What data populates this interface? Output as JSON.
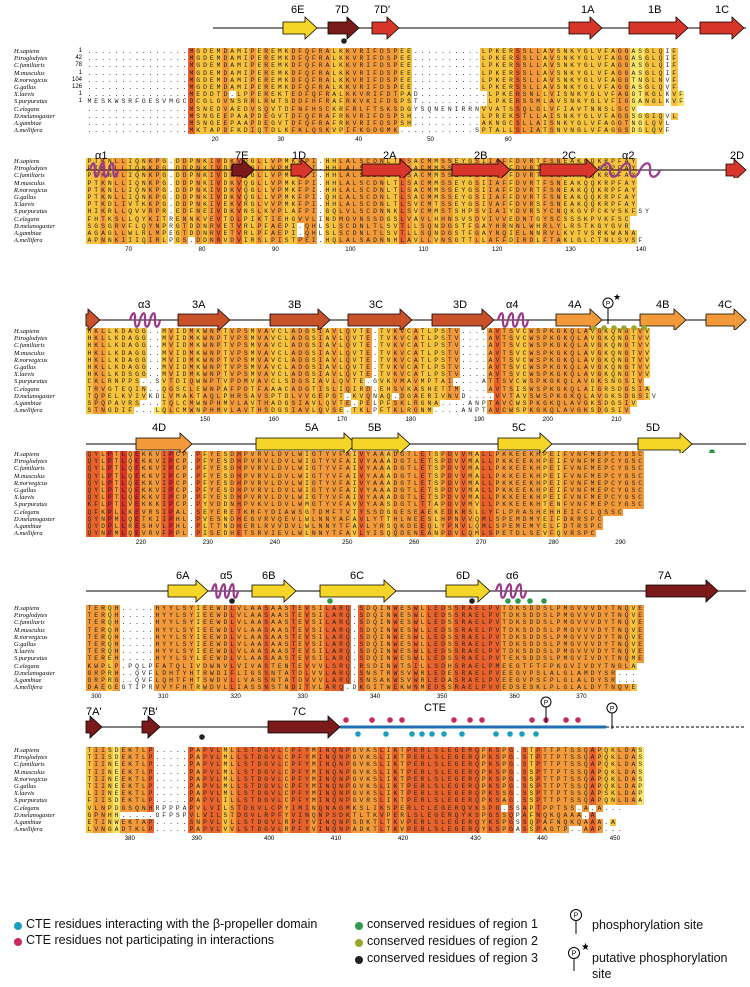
{
  "species": [
    "H.sapiens",
    "P.troglodytes",
    "C.familiaris",
    "M.musculus",
    "R.norvegicus",
    "G.gallus",
    "X.laevis",
    "S.purpuratus",
    "C.elegans",
    "D.melanogaster",
    "A.gambiae",
    "A.mellifera"
  ],
  "blocks": [
    {
      "id": "b1",
      "start_numbers": [
        "1",
        "42",
        "78",
        "1",
        "104",
        "126",
        "1",
        "1",
        "",
        "",
        "",
        ""
      ],
      "ruler": [
        "20",
        "30",
        "40",
        "50",
        "60"
      ],
      "ss_labels": [
        "6E",
        "7D",
        "7D'",
        "1A",
        "1B",
        "1C"
      ],
      "seqs": [
        "...............MGDEMDAMIPEREMKDFQFRALKKVRIFDSPEE..........LPKERSSLLAVSNKYGLVFAGGASGLQIF",
        "...............MGDEMDAMIPEREMKDFQFRALKKVRIFDSPEE..........LPKERSSLLAVSNKYGLVFAGGASGLQIF",
        "...............MGDEMDAMIPEREMKDFQFRALKKVRIFDSPEE..........LPKERSSLLAVSNKYGLVFAGGASGLQIF",
        "...............MGDEMDAMIPEREMKDFQFRALKKVRIFDSPEE..........LPKERSSLLAVSNKYGLVFAGGASGLQIF",
        "...............MGDEMDAMIPEREMKDFQFRALKKVRIFDSPEE..........LPKERSSLLAVSNKYGLVFAGGTNGLNVF",
        "...............MGDEMDAMIPEREMKDFQFRALKKVRIFDSPEE..........LPKERSSLLAVSNKYGLVFAGGASGLQVF",
        "...............MEDDTD.LPPEREKTEDFQFRALKKVRIFDTPAD..........LPKERSNLLVISNKYGLVFAGGTKGLKVF",
        "MESKWSRFGESVMGCDCGLGVNSRRLRWTSDDFHFRAFRKVKIFDSPST..........LPKERSSMLAVSNKYGLVFIGGANGLKVF",
        "...............MSNEDVAEDVSQVTDFNFHSCKRFRLFTSKSDGYSQNENIRRNVVATSSQLGLVFIAVTNNSLSCV",
        "...............MSNGEEPAAPDEGVTDFQFRAFRKVRIFDSPSH..........LPREKSTLLAISNKYGLVFAGGSGGIQVL",
        "...............MSNGEEPAAPDEGVTDFQFRAFRKVRIFDSPSH..........AKNGCSLLAISNKYGLVFAGGTNGLQVL",
        "...............MKTAPDFKDIQTDLKFKLQSKVPIFKGDGMK...........SPTALLSLIATSNVNGLVFAGGSDGLQVF"
      ]
    },
    {
      "id": "b2",
      "start_numbers": [],
      "ruler": [
        "70",
        "80",
        "90",
        "100",
        "110",
        "120",
        "130",
        "140"
      ],
      "ss_labels": [
        "α1",
        "7E",
        "1D",
        "2A",
        "2B",
        "2C",
        "α2",
        "2D"
      ],
      "seqs": [
        "PTKNLLIQNKPG.DDPNKIVDKVQGLLVPMKFPI.HHLALSCDNLTLSACMMSSEYGSIIAFFDVRTFSNEAKQQKRPFAY",
        "PTKNLLIQNKPG.DDPNKIVDKVQGLLVPMKFPI.HHLALSCDNLTLSACMMSSEYGSIIAFFDVRTFSNEAKQQKRPFAY",
        "PTKNLLIQNKPG.DDPNKIVDKVQGLLVPMKFPI.HHLALSCDNLTLSACMMSSEYGSIIAFFDVRTFSNEAKQQKRPFAY",
        "PTKNLLIQNKPG.DDPNKIVDKVQGLLVPMKFPI.HHLALSCDNLTLSACMMSSEYGSIIAFFDVRTFSNEAKQQKRPFAY",
        "PTKNLLIQNKPG.DDPNKIVDKVQGLLVPMKFPI.HHLALSCDNLTLSACMMSSEYGSIIAFFDVRTFSNEAKQQKRPFAY",
        "PTKNLLIQNKPG.DDPNKIVDKVQGLLVPMKFPI.QHLALSCDNLTLSACMMSSEYGSIIAFFDVRTFSNEAKQQKRPFAY",
        "PTKDLIVTKKPG.DDPNKIVEKVRGLVVPMKFPI.HHLALSCDNLTLSVCMTSSEYGSIVAFFDVRSFSNEAKQQKRPFAY",
        "HIKRLLQVVRPR.EDFNEIVDKVNSLKVPLAFPI.GQLVLSCDNNKLSVCMMSTSHPSVIAIYDVRSYCNQKGVPCKVSKFSY",
        "FHTKSLLQYKITRENNKVEVTDLPIKTIEHGVVLINDMGVNSSDGSLVAVLHHNSVSDVIVVEDNTGYSCSSSKPVKFSC",
        "SGSGRVFLQYNPRGTDDNRVETVRLPFAEPI.QHLSLSCDNLTLSVTLLSQNDGSTFGAYHRNNLWHRLYLRSTKGYGVR",
        "AGAGLLWLRLMPEGTDDNRVETVRLPFAEPI.QHLSLSCDNLTLSVTLLSQNDGSTFGAYNQIELNNRVLKVTVSRKWANA",
        "APNNKIIIQIRLPGS.DDNRVDVIRSLPISTPEI.HQLALSADNNHLAVLLVNSGTTLLAFFDIRDLFTAKLGLCTNLSVSF"
      ]
    },
    {
      "id": "b3",
      "start_numbers": [],
      "ruler": [
        "150",
        "160",
        "170",
        "180",
        "190",
        "200",
        "210"
      ],
      "ss_labels": [
        "α3",
        "3A",
        "3B",
        "3C",
        "3D",
        "α4",
        "4A",
        "4B",
        "4C"
      ],
      "seqs": [
        "HKLLKDAGG..MVIDMKWNPTVPSMVAVCLADGSIAVLQVTE.TVKVCATLPSTV....AVTSVCWSPKGKQLAVGKQNGTVV",
        "HKLLKDAGG..MVIDMKWNPTVPSMVAVCLADGSIAVLQVTE.TVKVCATLPSTV....AVTSVCWSPKGKQLAVGKQNGTVV",
        "HKLLKDAGG..MVIDMKWNPTVPSMVAVCLADGSIAVLQVTE.TVKVCATLPSTV....AVTSVCWSPKGKQLAVGKQNGTVV",
        "HKLLKDAGG..MVIDMKWNPTVPSMVAVCLADGSIAVLQVTE.TVKVCATLPSTV....AVTSVCWSPKGKQLAVGKQNGTVV",
        "HKLLKDAGG..MVIDMKWNPTVPSMVAVCLADGSIAVLQVTE.TVKVCATLPSTV....AVTSVCWSPKGKQLAVGKQNGTVV",
        "HKLLKDAGG..MVIDMKWNPTVPSMVAVCLADGSIAVLQVTE.TVKVCATLPSTV....AVTSVCWSPKGKQLAVGKQNGTVV",
        "HKLLKDSGG..MVIDMKWNPTVPSMVAVCLADGSIAVLQVTE.TVKVCATLPSTV....AVTSVCWSPKGKQLAVGKQNGTVV",
        "CKLRNPPS..SVTDIQWNPTVPDMVAVCLSDGSIAVLQVTE.GVKVMAVMPTAI....ATTSVCWSPKGKQLAVGKSNGSIV",
        "TRVGTEQIN..QGSCLEWNPAFPDTFAAACADGTISLIQIRD.EHSVKASHETTM....AVTSISWSPKGKQLAIGRSDGSIA",
        "TQPELKVIVKDLVMAKTAQLPHRSAVSPTDLVVGEPGT.KVQNAQ.DGAERIVNVD....VVTAVSWSPKGKQLAVGKSDGSIV",
        "SPQPAVRS...TQLCMWNPHMVLAVTHADGSIAVLQVTE.PELPFSKLRGNA....ANPTAVCWSPKGKQLAVGKSDGSIV",
        "STNGDIF...LQLCMWNPHMVLAVTHSDGSIAVLQVSE.TKLPFTKLRGNM....ANPTAVCWSPKGKQLAVGKSDGSIV"
      ]
    },
    {
      "id": "b4",
      "start_numbers": [],
      "ruler": [
        "220",
        "230",
        "240",
        "250",
        "260",
        "270",
        "280",
        "290"
      ],
      "ss_labels": [
        "4D",
        "5A",
        "5B",
        "5C",
        "5D"
      ],
      "seqs": [
        "QYLPTLQEKKVIPCP.PFYESDHPVRVLDVLWIGTYVFAIVYAAADGTLETSPDVVMALLPKKEEKHPEIFVNFMEPCYGSC",
        "QYLPTLQEKKVIPCP.PFYESDHPVRVLDVLWIGTYVFAIVYAAADGTLETSPDVVMALLPKKEEKHPEIFVNFMEPCYGSC",
        "QYLPTLQEKKVIPCP.PFYESDHPVRVLDVLWIGTYVFAIVYAAADGTLETSPDVVMALLPKKEEKHPEIFVNFMEPCYGSC",
        "QYLPTLQEKKVIPCP.PFYESDHPVRVLDVLWIGTYVFAIVYAAADGTLETSPDVVMALLPKKEEKHPEIFVNFMEPCYGSC",
        "QYLPTLQEKKVIPCP.PFYESDHPVRVLDVLWIGTYVFAIVYAAADGTLETSPDVVMALLPKKEEKHPEIFVNFMEPCYGSC",
        "QYLPTLQEKKVIPCP.PFYESDHPVRVLDVLWIGTYVFAIVYAAADGTLETSPDVVMALLPKKEEKHPEIFVNFMEPCYGSC",
        "QYLPTLQEKKVIPCP.PFYESDHPVRVLDVLWIGTYVFAIVYAAADGTLETSPDVVMALLPKKEEKHPEIFVNFMEPCYGSC",
        "KFLPTLVEKKKIPCP.PYVDDNHPVKVLDVLWMGTYVFAVVYAASDGTLTTAPDVVMVLLPKKEEKHTENFVNFMEPCYGSC",
        "QFKPLLKEVRSIPAL.SEYERETKRFYDIAWSGTDMFTVTYSSDGGESEAEKEDKRSLLYFLPRASHEHHEIFCLQSSC",
        "QYNPMLQETKIIPHL.PVESNDHEGVRVQEVLWLNNYAFAVLYTTHLNEESLHPNVVQMLSPEMDMYEIFDKRSPC",
        "QYDPLLRESHVLPHL.PLTTNDHERLRVVDVLWLNNYTFAVLYRSQKDEEQLYPNVLQMLSPEMEMYELFDTRSPC",
        "QYNPMLQEVRVFPPL.PISEDHETSRVIEVLWLNNYTFAVLYISQQDENEANPDVLQMLSPETDLSEVFQVRSPC"
      ]
    },
    {
      "id": "b5",
      "start_numbers": [],
      "ruler": [
        "300",
        "310",
        "320",
        "330",
        "340",
        "350",
        "360",
        "370"
      ],
      "ss_labels": [
        "6A",
        "α5",
        "6B",
        "6C",
        "6D",
        "α6",
        "7A"
      ],
      "seqs": [
        "TERQH.....HYYLSYIEEWDLVLAASAASTEVSILARQ.SDQINWESWLLEDSSRAELPVTDKSDDSLPMGVVVDYTNQVE",
        "TERQH.....HYYLSYIEEWDLVLAASAASTEVSILARQ.SDQINWESWLLEDSSRAELPVTDKSDDSLPMGVVVDYTNQVE",
        "TERQH.....HYYLSYIEEWDLVLAASAASTEVSILARQ.SDQINWESWLLEDSSRAELPVTDKSDDSLPMGVVVDYTNQVE",
        "TERQH.....HYYLSYIEEWDLVLAASAASTEVSILARQ.SDQINWESWLLEDSSRAELPVTDKSDDSLPMGVVVDYTNQVE",
        "TERQH.....HYYLSYIEEWDLVLAASAASTEVSILARQ.SDQINWESWLLEDSSRAELPVTDKSDDSLPMGVVVDYTNQVE",
        "TERQH.....HYYLSYIEEWDLVLAASAASTEVSILARQ.SDQINWESWLLEDSSRAELPVTDKSDDSLPMGVVVDYTNQVE",
        "TERQH.....HYYLSYIEEWDLVLAASAASTEVSILARQ.SDQINWESWLLEDSSRAELPVTDKSDDSLPMGVVVDYTNQVE",
        "TEREH.....HYYLSYLEEWDLVLAASAASTEVSILARQ.SDQINWESWLLEDSSRAELPVTEKSDDSLPMGVIVDYTNQME",
        "KWPLP.PQLPFATQLIVDWNVLVIVASTENTEVVVLSRQ.RSDINWTSILLSDHSRAELPMEEGTFTFPKGVIVDYTNGLA",
        "GRPRH..QVFLDHTYHTRWDIFLIGSSNTATDLVVLARQ.SNSTRWSVWRLEDESRAELPVEEGVPSLALGLAMDYSR...",
        "GRPRG..QVFLQHTFHTSWDVLLVASSNTATDVVVLARQ.SNSAKWSVWRLEDASRAELPVEEGVPSFPLGLALDYSR...",
        "DAEGEGTIPRVVYFHTRWDVLLIASSNSTNDITVLARQ.DKGITWEKWNMEDSSRAELPVVEDSESKLPLGLALDYTNQVE"
      ]
    },
    {
      "id": "b6",
      "start_numbers": [],
      "ruler": [
        "380",
        "390",
        "400",
        "410",
        "420",
        "430",
        "440",
        "450"
      ],
      "ss_labels": [
        "7A'",
        "7B'",
        "7C",
        "CTE"
      ],
      "seqs": [
        "TIISDEKTLP.....PAPVLMLLSTDGVLCPFYMINQNPGVKSLIKTPERLSLEGERQPKSPG.STPTTPTSSQAPQKLDAS",
        "TIISDEKTLP.....PAPVLMLLSTDGVLCPFYMINQNPGVKSLIKTPERLSLEGERQPKSPG.STPTTPTSSQAPQKLDAS",
        "TIINEEKTLP.....PAPVLMLLSTDGVLCPFYMINQNPGVKSLIKTPERLSLEGERQPKSPG.STPTTPTSSQAPQKLDAS",
        "TIINEEKTLP.....PAPVLMLLSTDGVLCPFYMINQNPGVKSLIKTPERLSLEGERQPKSPG.SSPTTPTSSQAPQKLDAS",
        "TIINEEKTLP.....PAPVLMLLSTDGVLCPFYMINQNPGVKSLIKTPERLSLEGERQPKSPG.SSPTTPTSSQAPQKLDAS",
        "TIINEEKTLP.....PAPVLMLLSTDGVLCPFYMINQNPGVKSLIKTPERLSLEGERQPKSPG.SSPTTPTSSQAPQKLDAP",
        "LIINEEKTLP.....PAPVLMLLSTDGVLCPFYMINQNPGVKSLIKTPERLSLEGERQPKSSG.SSPTTPTSSQAPSKLDAP",
        "FIISDEKTLP.....PAPVLILLSTDGVLCPFYMINQNPGVRSLIKTPERLSLEGERQPKSAG.SSPTTPTSSQAPQNLDAA",
        "VLNPDGSQNHRPPPAPVLVILSTDGVLCPYIMINQNAGMKSLIKSPERLCLEGERQVKSPG.SSAPTPPTSS.A.A...",
        "GPNHH.....GFPSPVLVILSTDGVLRPFYVINQNPSDKTLTKVPERLSLEGERQYKSPGSSQPAFNQKQAAA.A",
        "ETINWEKTAP.....SNPVLVLLSTDGVLRPFYVINQNPSDKTLTKVPERLSLEGERQYKSPGSSQPAFNQKQAAA.A",
        "LVNGADTKLP.....PAPVLVVLSTDGVLRPFYVINQNPADKTLTKVPERLSLEGERQYKSPGASSPAGTP..AAP..."
      ]
    }
  ],
  "legend": {
    "item1": "CTE residues interacting with the β-propeller domain",
    "item2": "CTE residues not participating in interactions",
    "item3": "conserved residues of region 1",
    "item4": "conserved residues of region 2",
    "item5": "conserved residues of region 3",
    "item6": "phosphorylation site",
    "item7": "putative phosphorylation site",
    "colors": {
      "cyan": "#1a9fbf",
      "magenta": "#c8285a",
      "green": "#2e9a4a",
      "olive": "#9aa52a",
      "black": "#222222",
      "helix": "#9b3a8a",
      "strand_yellow": "#f5d628",
      "strand_orange": "#f29a3a",
      "strand_red": "#d8362a",
      "strand_dark": "#7a1a1a",
      "strand_brick": "#c8512a"
    }
  }
}
